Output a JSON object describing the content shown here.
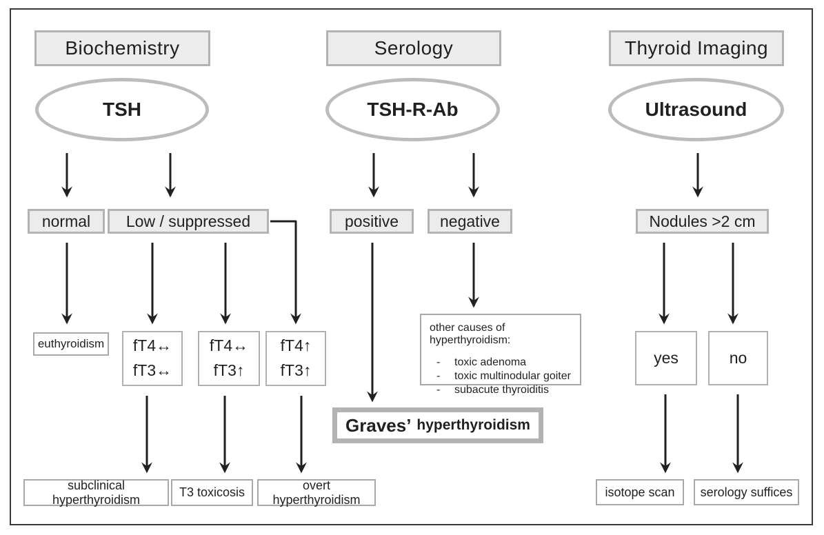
{
  "diagram_title": "Hyperthyroidism diagnostic flowchart",
  "colors": {
    "box_fill": "#ececec",
    "box_border": "#b3b3b3",
    "arrow": "#231f20",
    "frame_border": "#3a3a3a"
  },
  "biochemistry": {
    "header": "Biochemistry",
    "test": "TSH",
    "result_normal": "normal",
    "result_low": "Low / suppressed",
    "euthyroidism": "euthyroidism",
    "ft4_box1": {
      "line1": "fT4↔",
      "line2": "fT3↔"
    },
    "ft4_box2": {
      "line1": "fT4↔",
      "line2": "fT3↑"
    },
    "ft4_box3": {
      "line1": "fT4↑",
      "line2": "fT3↑"
    },
    "dx_subclinical": "subclinical hyperthyroidism",
    "dx_t3": "T3 toxicosis",
    "dx_overt": "overt hyperthyroidism"
  },
  "serology": {
    "header": "Serology",
    "test": "TSH-R-Ab",
    "result_positive": "positive",
    "result_negative": "negative",
    "other_causes_title": "other causes of hyperthyroidism:",
    "bullet": "-",
    "other_causes_items": [
      "toxic adenoma",
      "toxic multinodular goiter",
      "subacute thyroiditis"
    ],
    "diagnosis_emphasis": "Graves’",
    "diagnosis_rest": "hyperthyroidism"
  },
  "imaging": {
    "header": "Thyroid Imaging",
    "test": "Ultrasound",
    "result_nodules": "Nodules >2 cm",
    "outcome_yes": "yes",
    "outcome_no": "no",
    "action_isotope": "isotope scan",
    "action_serology": "serology suffices"
  }
}
